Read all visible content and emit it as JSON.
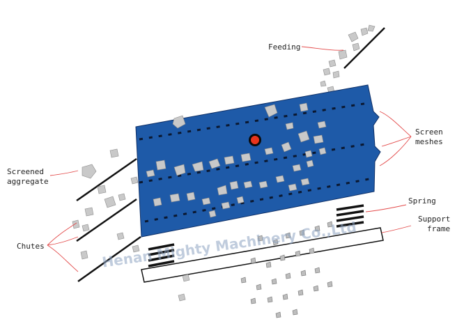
{
  "labels": {
    "feeding": "Feeding",
    "screened_line1": "Screened",
    "screened_line2": "aggregate",
    "chutes": "Chutes",
    "screen_line1": "Screen",
    "screen_line2": "meshes",
    "spring": "Spring",
    "support_line1": "Support",
    "support_line2": "frame"
  },
  "watermark": "Henan Mighty Machinery Co.,Ltd",
  "colors": {
    "screen_body": "#1e5aa8",
    "leader_lines": "#e34a4a",
    "motor": "#e8341c"
  }
}
